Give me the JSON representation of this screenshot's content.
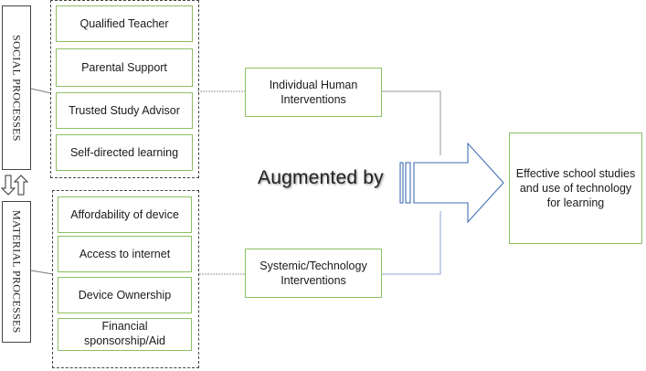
{
  "left_labels": {
    "top": "SOCIAL PROCESSES",
    "bottom": "MATERIAL PROCESSES"
  },
  "social_items": [
    "Qualified Teacher",
    "Parental Support",
    "Trusted Study Advisor",
    "Self-directed learning"
  ],
  "material_items": [
    "Affordability of device",
    "Access to internet",
    "Device Ownership",
    "Financial\nsponsorship/Aid"
  ],
  "interventions": {
    "human": "Individual Human\nInterventions",
    "systemic": "Systemic/Technology\nInterventions"
  },
  "augmented_label": "Augmented by",
  "outcome": "Effective school studies\nand use of technology\nfor learning",
  "colors": {
    "box_border": "#8cc063",
    "arrow_border": "#3f6fb5",
    "connector": "#9a9a9a"
  },
  "icons": {
    "between_labels": "double-vertical-arrow-icon",
    "main_arrow": "block-arrow-right-icon"
  }
}
